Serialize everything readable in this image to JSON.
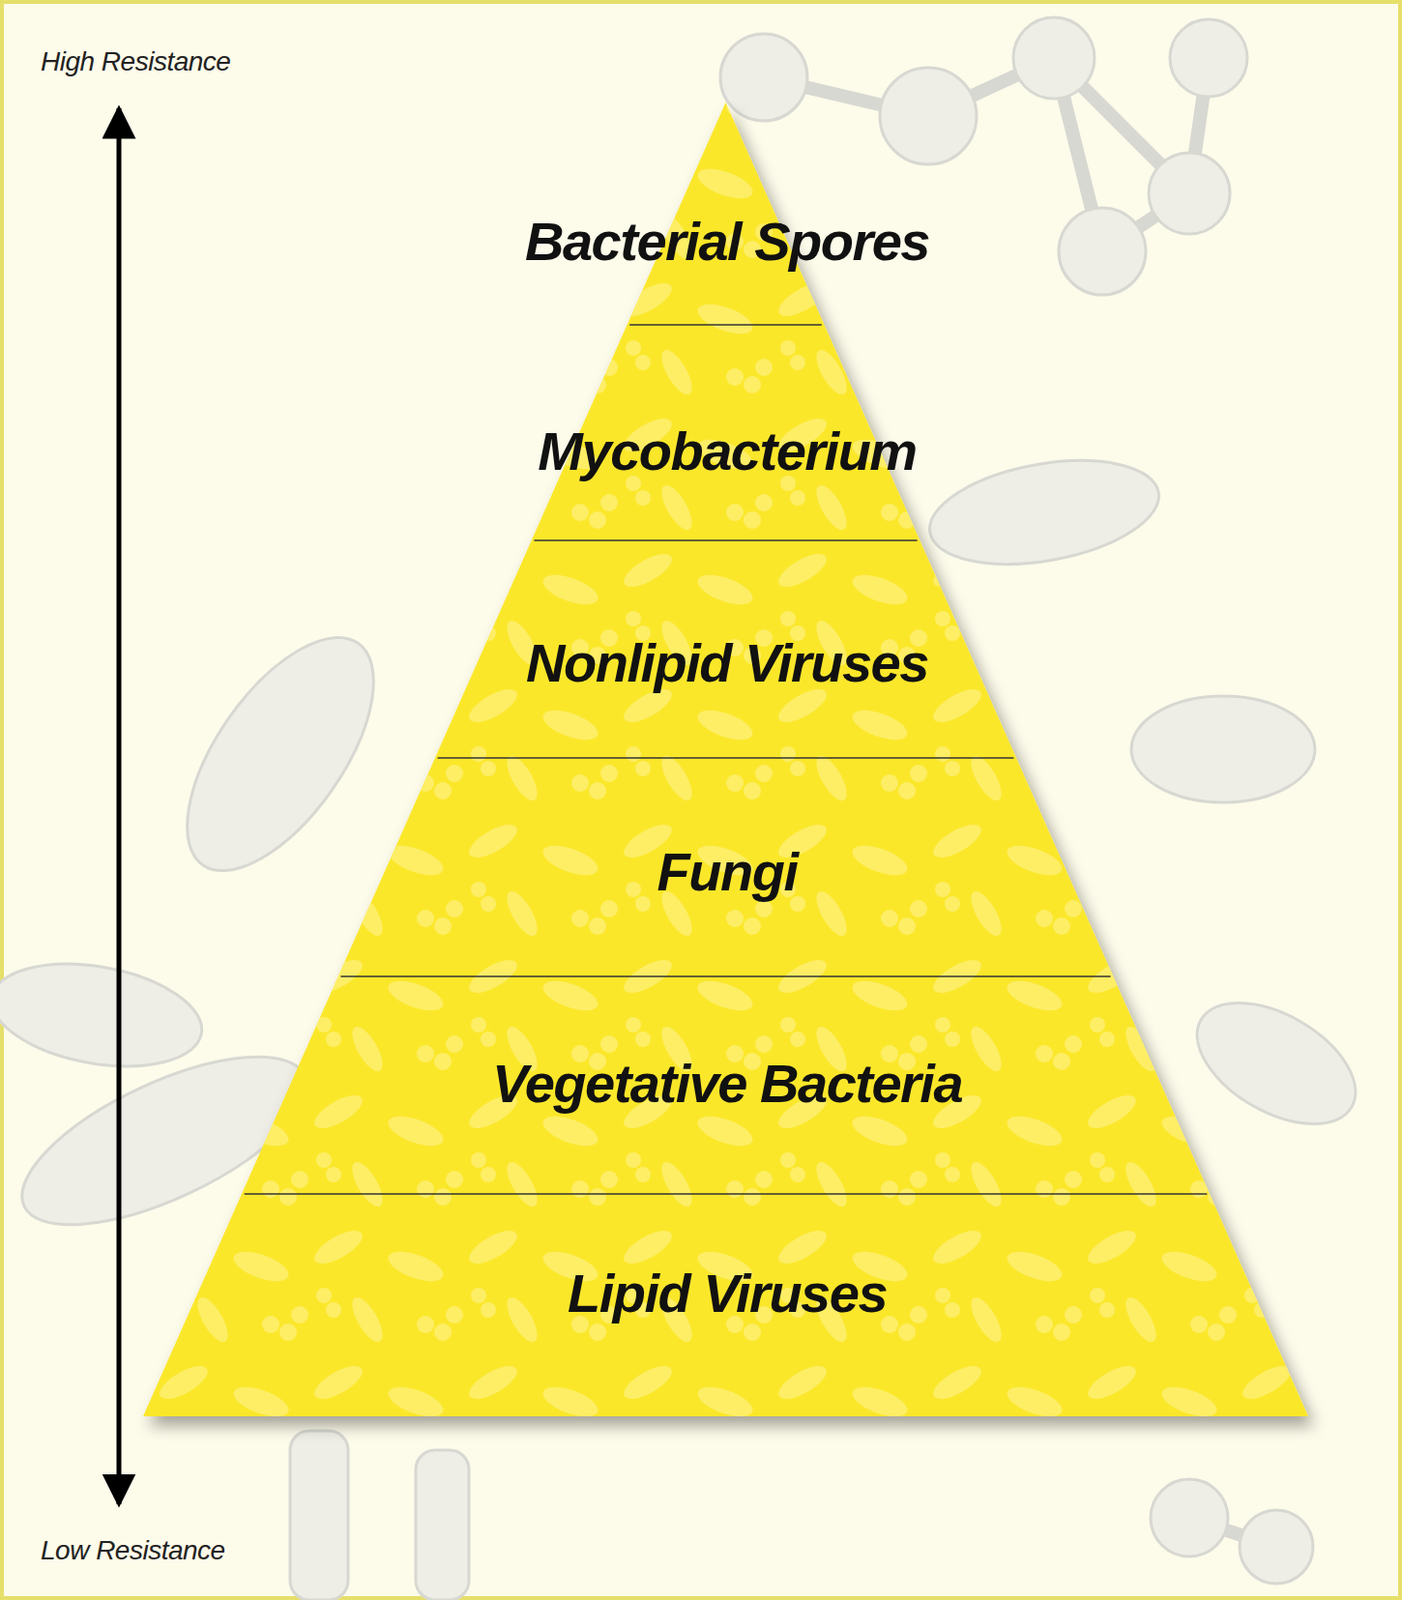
{
  "diagram": {
    "nodes": [
      {
        "text": [
          "Bacterial Spores"
        ]
      },
      {
        "text": [
          "Mycobacterium"
        ]
      },
      {
        "text": [
          "Nonlipid Viruses"
        ]
      },
      {
        "text": [
          "Fungi"
        ]
      },
      {
        "text": [
          "Vegetative Bacteria"
        ]
      },
      {
        "text": [
          "Lipid Viruses"
        ]
      }
    ],
    "labels": [
      "High Resistance",
      "Low Resistance"
    ]
  }
}
